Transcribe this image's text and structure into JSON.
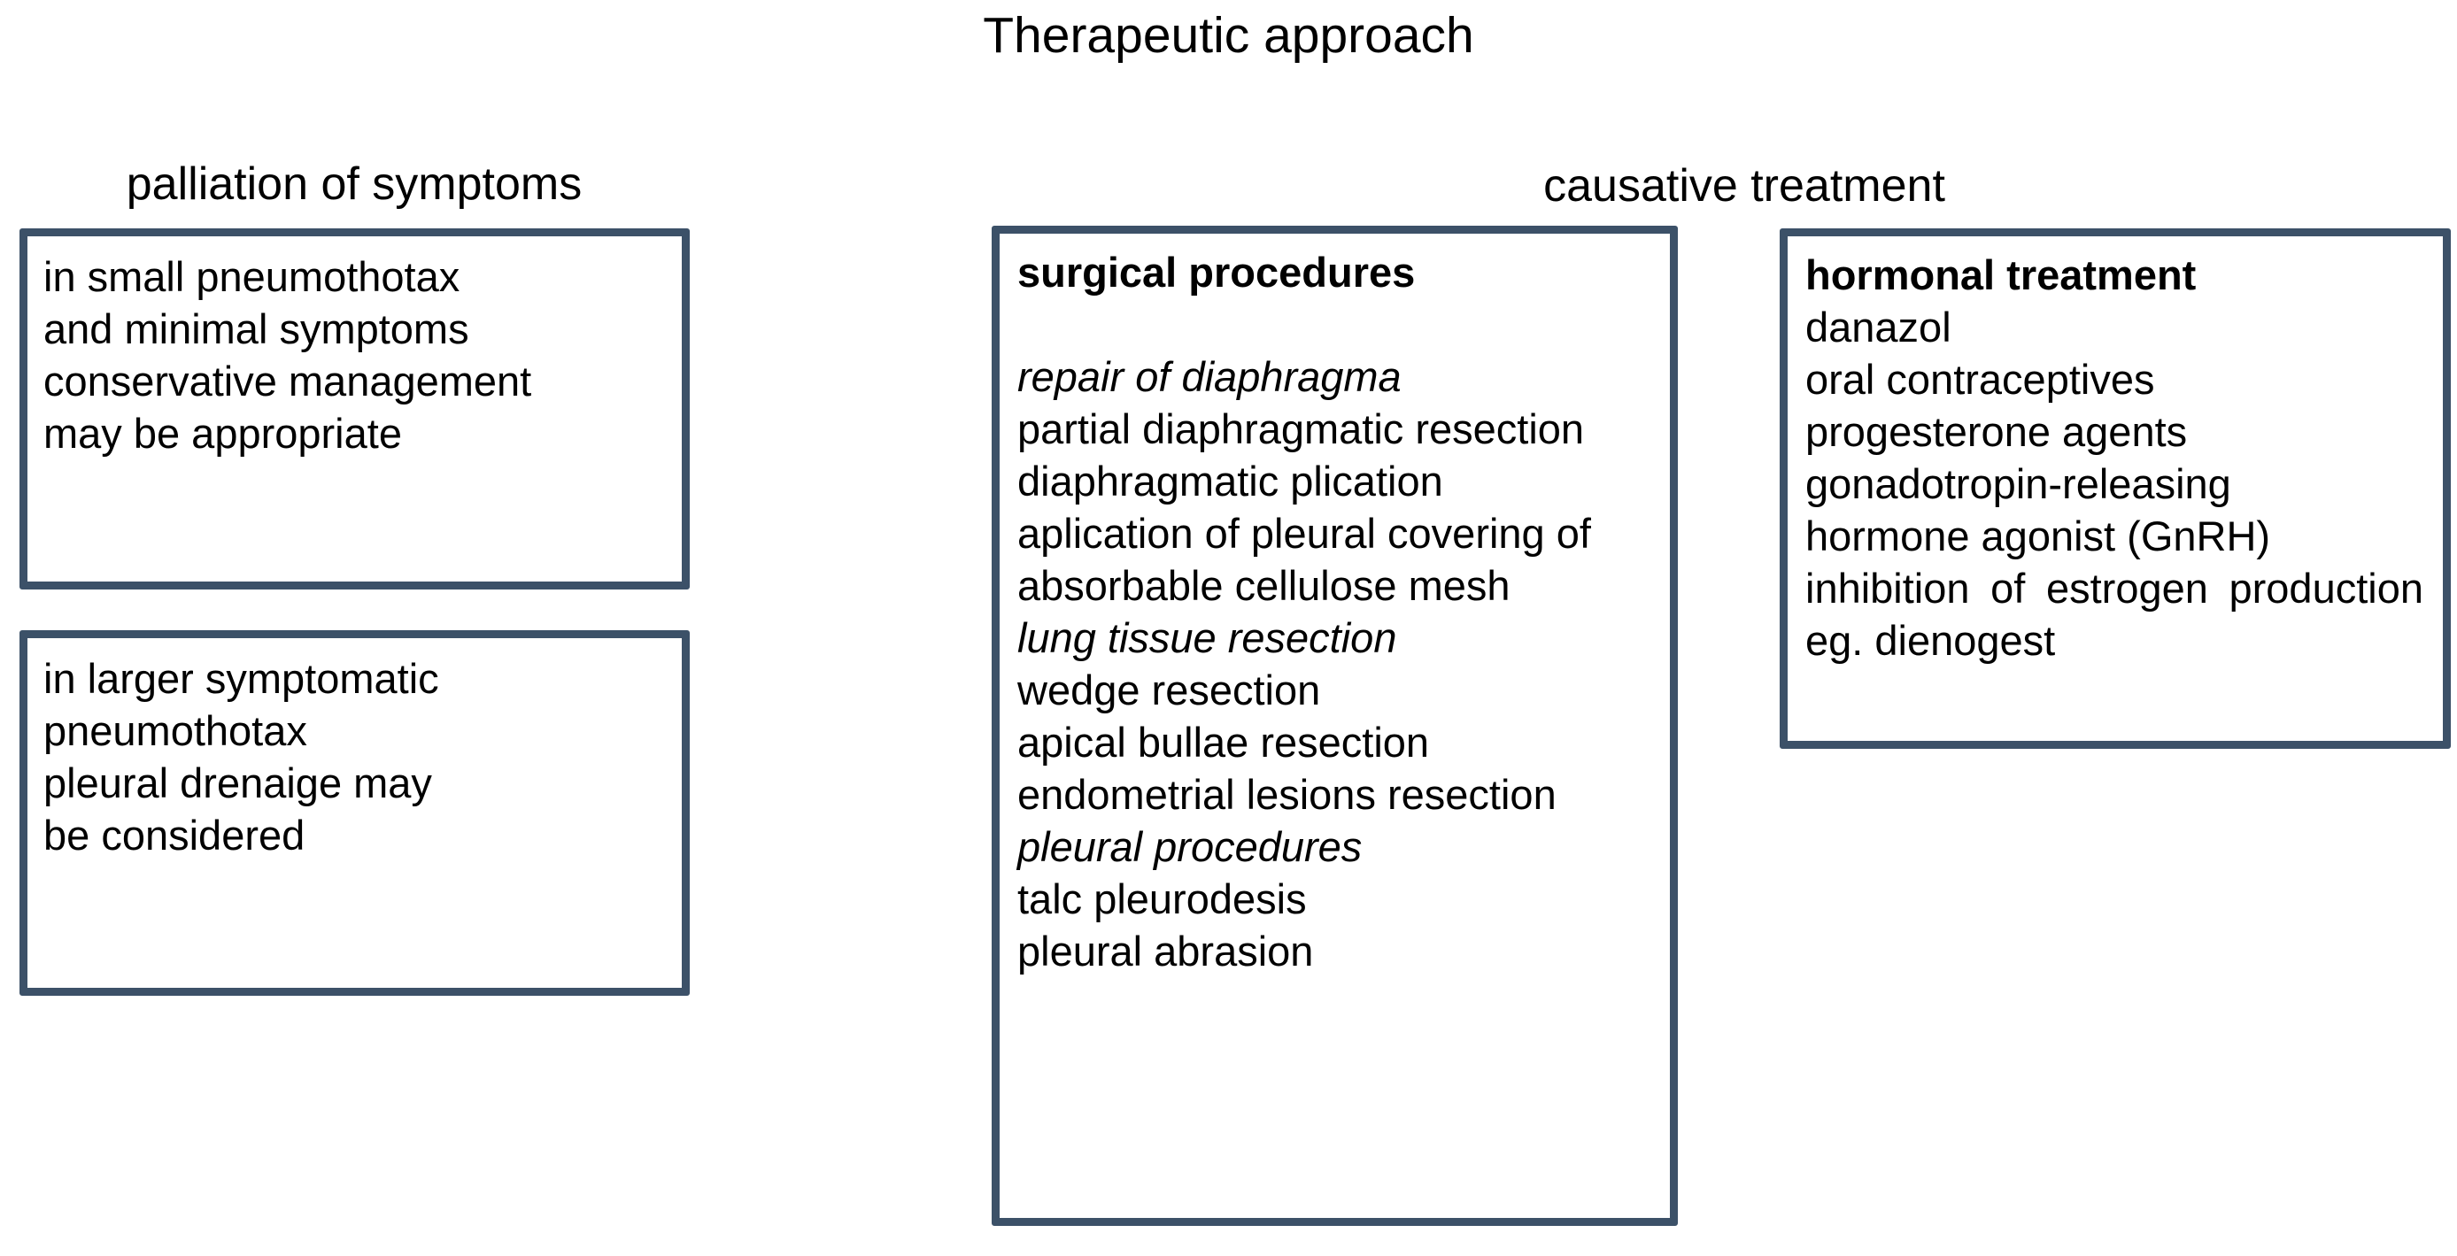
{
  "title": "Therapeutic approach",
  "columns": {
    "left_heading": "palliation of symptoms",
    "right_heading": "causative treatment"
  },
  "colors": {
    "box_border": "#3c5168",
    "text": "#000000",
    "background": "#ffffff"
  },
  "boxes": {
    "palliation_small": {
      "lines": [
        "in small pneumothotax",
        "and minimal symptoms",
        "conservative management",
        "may be appropriate"
      ]
    },
    "palliation_large": {
      "lines": [
        "in larger symptomatic",
        "pneumothotax",
        "pleural drenaige may",
        "be considered"
      ]
    },
    "surgical": {
      "heading": "surgical procedures",
      "groups": [
        {
          "subheading": "repair of diaphragma",
          "items": [
            "partial diaphragmatic resection",
            "diaphragmatic plication",
            "aplication of pleural covering of",
            "absorbable cellulose mesh"
          ]
        },
        {
          "subheading": "lung tissue resection",
          "items": [
            "wedge resection",
            "apical bullae resection",
            "endometrial lesions resection"
          ]
        },
        {
          "subheading": "pleural procedures",
          "items": [
            "talc pleurodesis",
            "pleural abrasion"
          ]
        }
      ]
    },
    "hormonal": {
      "heading": "hormonal treatment",
      "items": [
        "danazol",
        "oral contraceptives",
        "progesterone agents",
        "gonadotropin-releasing",
        "hormone agonist (GnRH)"
      ],
      "paragraph": "inhibition of estrogen production eg. dienogest"
    }
  }
}
